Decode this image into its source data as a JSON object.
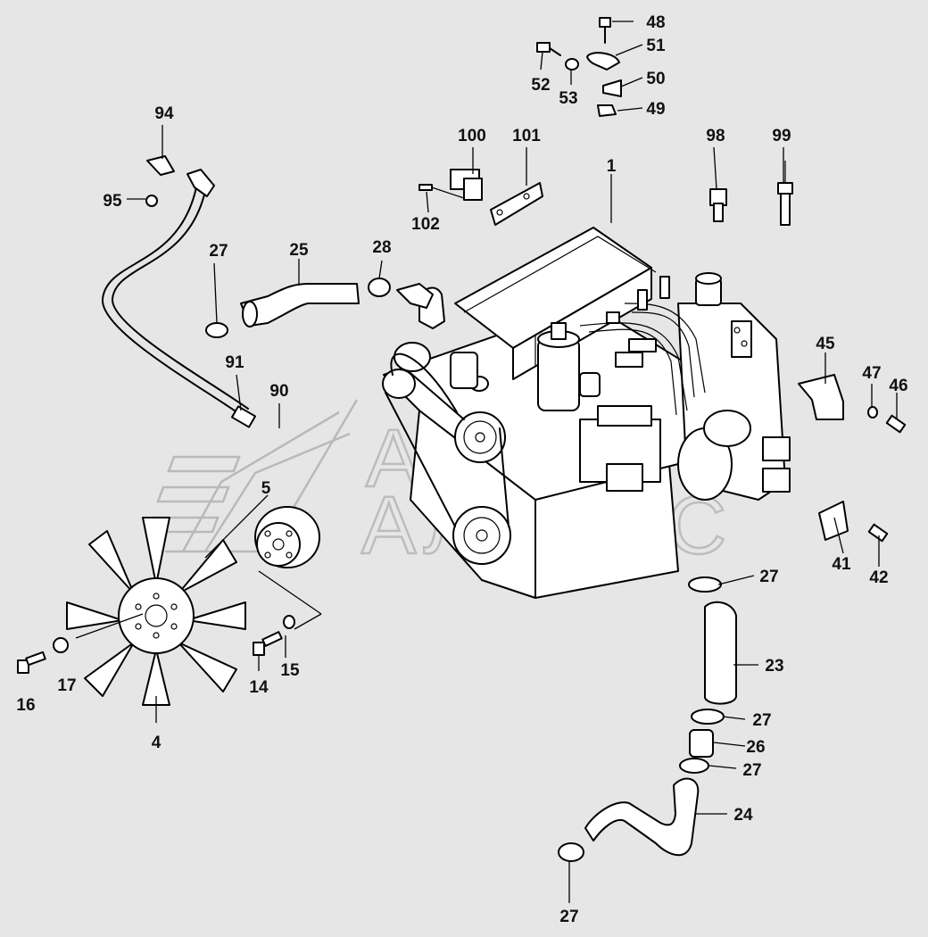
{
  "watermark": {
    "line1": "АВТО",
    "line2": "АЛЬЯНС"
  },
  "callouts": [
    {
      "id": "c1",
      "text": "1"
    },
    {
      "id": "c4",
      "text": "4"
    },
    {
      "id": "c5",
      "text": "5"
    },
    {
      "id": "c14",
      "text": "14"
    },
    {
      "id": "c15",
      "text": "15"
    },
    {
      "id": "c16",
      "text": "16"
    },
    {
      "id": "c17",
      "text": "17"
    },
    {
      "id": "c23",
      "text": "23"
    },
    {
      "id": "c24",
      "text": "24"
    },
    {
      "id": "c25",
      "text": "25"
    },
    {
      "id": "c26",
      "text": "26"
    },
    {
      "id": "c27a",
      "text": "27"
    },
    {
      "id": "c27b",
      "text": "27"
    },
    {
      "id": "c27c",
      "text": "27"
    },
    {
      "id": "c27d",
      "text": "27"
    },
    {
      "id": "c27e",
      "text": "27"
    },
    {
      "id": "c28",
      "text": "28"
    },
    {
      "id": "c41",
      "text": "41"
    },
    {
      "id": "c42",
      "text": "42"
    },
    {
      "id": "c45",
      "text": "45"
    },
    {
      "id": "c46",
      "text": "46"
    },
    {
      "id": "c47",
      "text": "47"
    },
    {
      "id": "c48",
      "text": "48"
    },
    {
      "id": "c49",
      "text": "49"
    },
    {
      "id": "c50",
      "text": "50"
    },
    {
      "id": "c51",
      "text": "51"
    },
    {
      "id": "c52",
      "text": "52"
    },
    {
      "id": "c53",
      "text": "53"
    },
    {
      "id": "c90",
      "text": "90"
    },
    {
      "id": "c91",
      "text": "91"
    },
    {
      "id": "c94",
      "text": "94"
    },
    {
      "id": "c95",
      "text": "95"
    },
    {
      "id": "c98",
      "text": "98"
    },
    {
      "id": "c99",
      "text": "99"
    },
    {
      "id": "c100",
      "text": "100"
    },
    {
      "id": "c101",
      "text": "101"
    },
    {
      "id": "c102",
      "text": "102"
    }
  ]
}
